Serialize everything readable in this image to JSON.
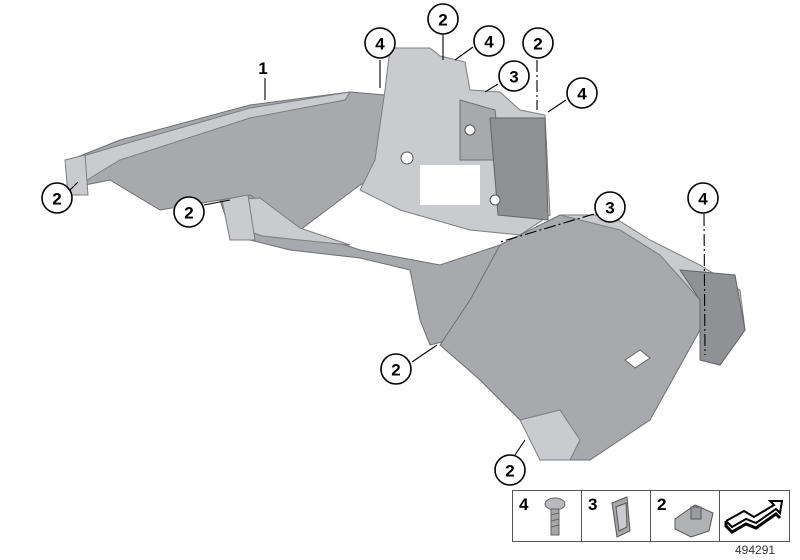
{
  "diagram": {
    "callouts": [
      "1",
      "2",
      "2",
      "4",
      "2",
      "4",
      "2",
      "3",
      "4",
      "3",
      "4",
      "2",
      "2"
    ]
  },
  "legend": {
    "items": [
      {
        "number": "4",
        "part": "screw-icon"
      },
      {
        "number": "3",
        "part": "clip-icon"
      },
      {
        "number": "2",
        "part": "clip-nut-icon"
      },
      {
        "number": "",
        "part": "assembly-symbol-icon"
      }
    ]
  },
  "image_number": "494291"
}
